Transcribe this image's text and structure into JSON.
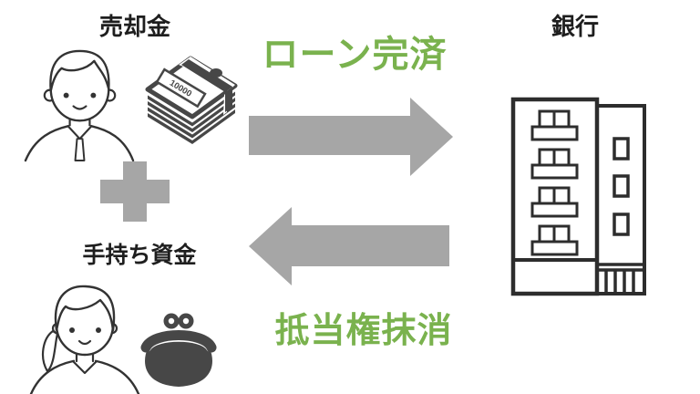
{
  "colors": {
    "green": "#7ab24e",
    "gray": "#a6a6a6",
    "dark": "#474747",
    "line": "#333333",
    "ink": "#1e1e1e",
    "bg": "#ffffff"
  },
  "diagram": {
    "seller": {
      "label": "売却金"
    },
    "own_funds": {
      "label": "手持ち資金"
    },
    "bank": {
      "label": "銀行"
    },
    "flow_to_bank": {
      "label": "ローン完済"
    },
    "flow_from_bank": {
      "label": "抵当権抹消"
    },
    "money_stack": {
      "band_text": "10000"
    }
  }
}
